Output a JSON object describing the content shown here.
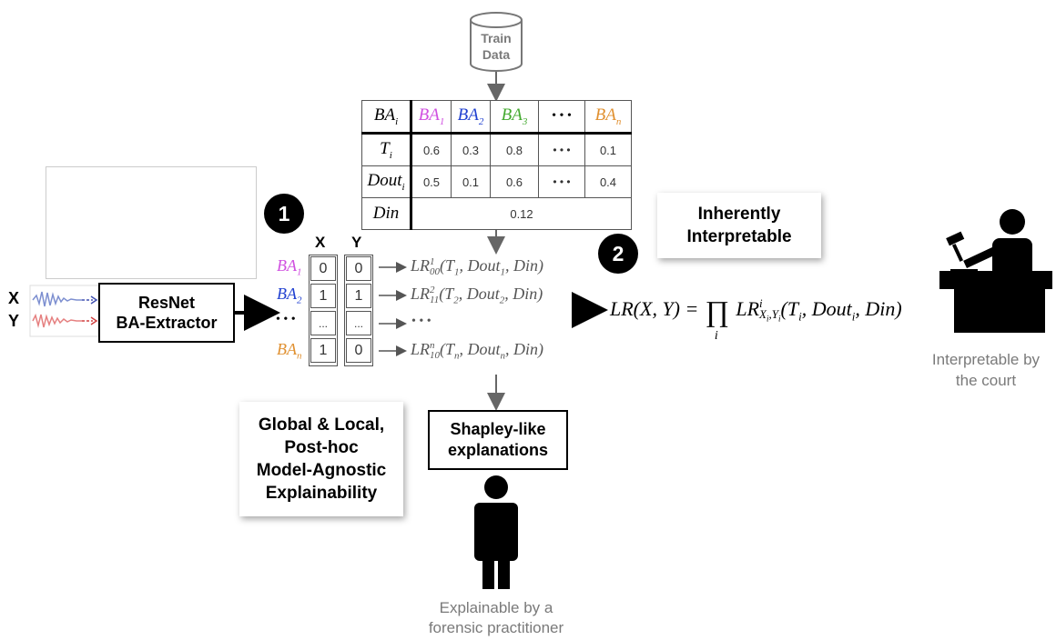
{
  "colors": {
    "ba1": "#d050e0",
    "ba2": "#2040d0",
    "ba3": "#44aa30",
    "ban": "#e09030",
    "text_gray": "#7a7a7a"
  },
  "train_data": {
    "line1": "Train",
    "line2": "Data"
  },
  "ba_table": {
    "header": [
      "BA",
      "BA",
      "BA",
      "BA",
      "• • •",
      "BA"
    ],
    "header_subs": [
      "i",
      "1",
      "2",
      "3",
      "",
      "n"
    ],
    "rows": [
      {
        "label": "T",
        "sub": "i",
        "values": [
          "0.6",
          "0.3",
          "0.8",
          "• • •",
          "0.1"
        ]
      },
      {
        "label": "Dout",
        "sub": "i",
        "values": [
          "0.5",
          "0.1",
          "0.6",
          "• • •",
          "0.4"
        ]
      }
    ],
    "din": {
      "label": "Din",
      "value": "0.12"
    }
  },
  "inputs": {
    "x_label": "X",
    "y_label": "Y"
  },
  "resnet": {
    "line1": "ResNet",
    "line2": "BA-Extractor"
  },
  "step1": "1",
  "step2": "2",
  "xy_matrix": {
    "col_x": "X",
    "col_y": "Y",
    "rows": [
      {
        "ba": "BA",
        "sub": "1",
        "x": "0",
        "y": "0",
        "lr_sup": "1",
        "lr_sub": "00",
        "lr_args": "(T",
        "t_sub": "1",
        "mid": ", Dout",
        "dout_sub": "1",
        "tail": ", Din)"
      },
      {
        "ba": "BA",
        "sub": "2",
        "x": "1",
        "y": "1",
        "lr_sup": "2",
        "lr_sub": "11",
        "lr_args": "(T",
        "t_sub": "2",
        "mid": ", Dout",
        "dout_sub": "2",
        "tail": ", Din)"
      },
      {
        "ba": "• • •",
        "sub": "",
        "x": "...",
        "y": "...",
        "dots": "• • •"
      },
      {
        "ba": "BA",
        "sub": "n",
        "x": "1",
        "y": "0",
        "lr_sup": "n",
        "lr_sub": "10",
        "lr_args": "(T",
        "t_sub": "n",
        "mid": ", Dout",
        "dout_sub": "n",
        "tail": ", Din)"
      }
    ],
    "lr_prefix": "LR"
  },
  "formula": {
    "lhs": "LR(X, Y) =",
    "prod": "∏",
    "index": "i",
    "lr": "LR",
    "sup": "i",
    "sub": "X",
    "sub_i": "i",
    "sub_y": "Y",
    "sub_yi": "i",
    "args": "(T",
    "t_sub": "i",
    "mid": ", Dout",
    "d_sub": "i",
    "tail": ", Din)"
  },
  "inherently": {
    "line1": "Inherently",
    "line2": "Interpretable"
  },
  "global_local": {
    "line1": "Global & Local,",
    "line2": "Post-hoc",
    "line3": "Model-Agnostic",
    "line4": "Explainability"
  },
  "shapley": {
    "line1": "Shapley-like",
    "line2": "explanations"
  },
  "practitioner_caption": {
    "line1": "Explainable by a",
    "line2": "forensic practitioner"
  },
  "court_caption": {
    "line1": "Interpretable by",
    "line2": "the court"
  }
}
